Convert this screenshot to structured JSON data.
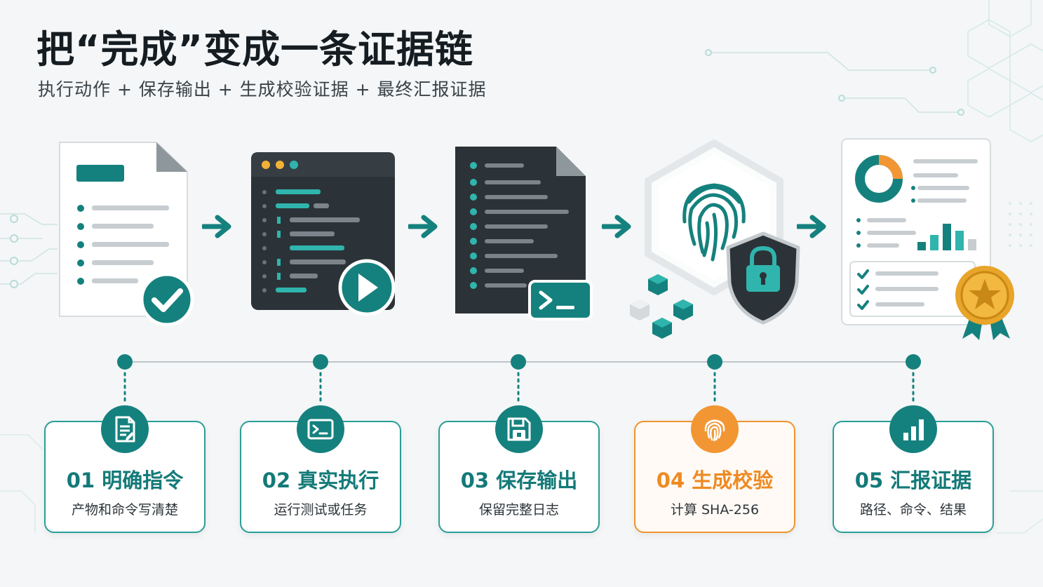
{
  "title": "把“完成”变成一条证据链",
  "subtitle": "执行动作 + 保存输出 + 生成校验证据 + 最终汇报证据",
  "colors": {
    "teal": "#15817e",
    "teal_light": "#2fb5ad",
    "orange": "#f29633",
    "dark_panel": "#2c3338",
    "gold": "#f2b233"
  },
  "steps": [
    {
      "title": "01 明确指令",
      "desc": "产物和命令写清楚",
      "icon": "document-icon",
      "illustration": "checklist-document-with-checkmark"
    },
    {
      "title": "02 真实执行",
      "desc": "运行测试或任务",
      "icon": "terminal-icon",
      "illustration": "terminal-window-with-play-button"
    },
    {
      "title": "03 保存输出",
      "desc": "保留完整日志",
      "icon": "floppy-disk-icon",
      "illustration": "log-file-with-terminal-prompt"
    },
    {
      "title": "04 生成校验",
      "desc": "计算 SHA-256",
      "icon": "fingerprint-icon",
      "illustration": "fingerprint-with-lock-shield",
      "highlight": true
    },
    {
      "title": "05 汇报证据",
      "desc": "路径、命令、结果",
      "icon": "bar-chart-icon",
      "illustration": "report-dashboard-with-award-badge"
    }
  ]
}
